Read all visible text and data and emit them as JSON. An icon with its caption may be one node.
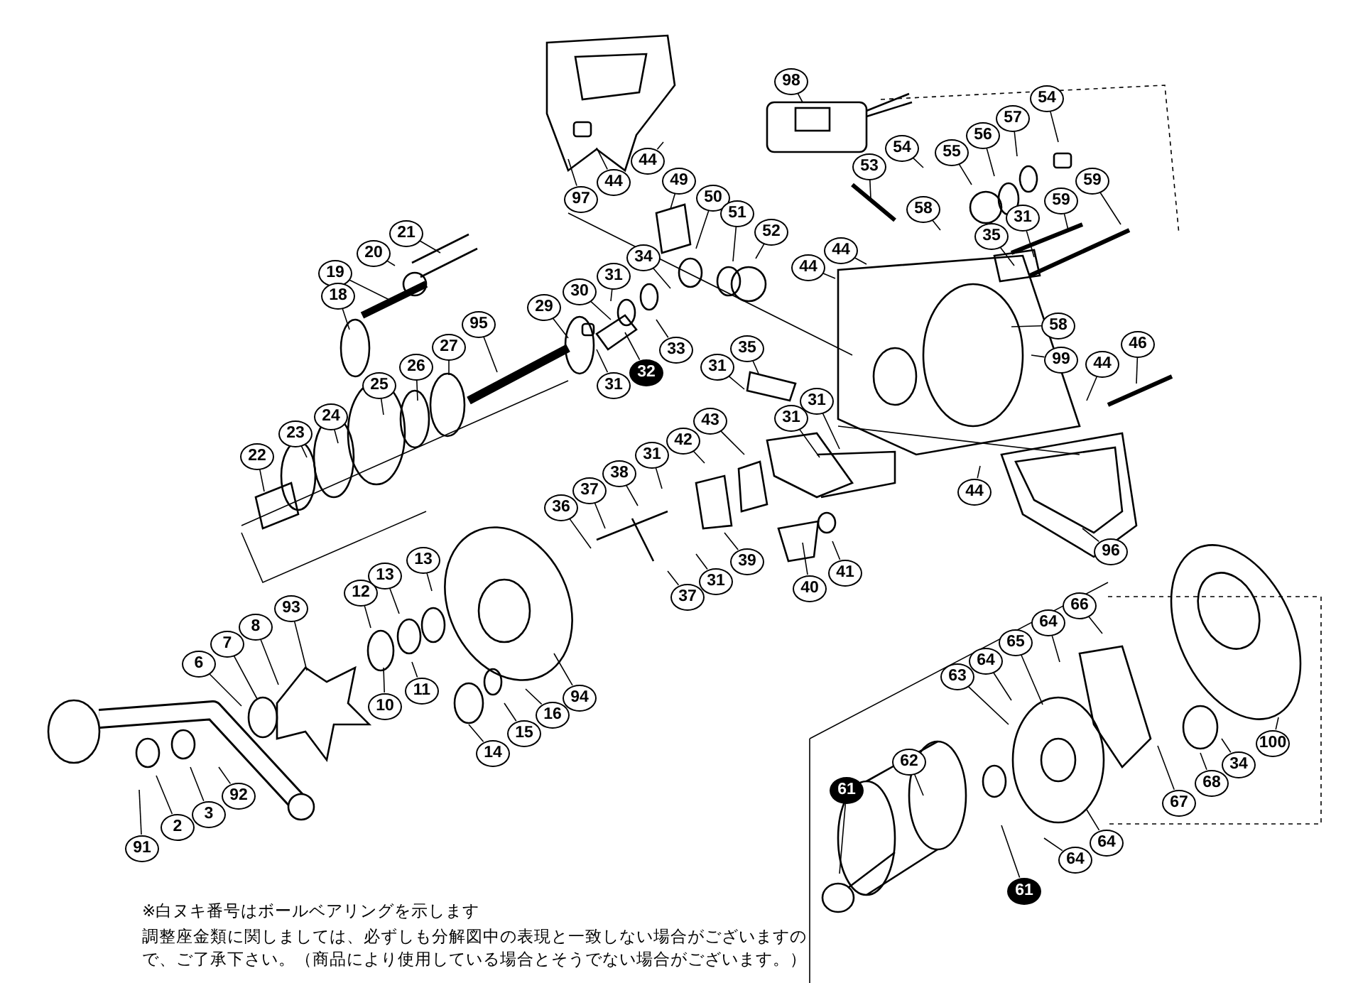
{
  "diagram": {
    "nodes": [
      {
        "text": [
          "97"
        ]
      },
      {
        "text": [
          "44"
        ]
      },
      {
        "text": [
          "44"
        ]
      },
      {
        "text": [
          "98"
        ]
      },
      {
        "text": [
          "49"
        ]
      },
      {
        "text": [
          "50"
        ]
      },
      {
        "text": [
          "51"
        ]
      },
      {
        "text": [
          "52"
        ]
      },
      {
        "text": [
          "44"
        ]
      },
      {
        "text": [
          "44"
        ]
      },
      {
        "text": [
          "53"
        ]
      },
      {
        "text": [
          "54"
        ]
      },
      {
        "text": [
          "54"
        ]
      },
      {
        "text": [
          "55"
        ]
      },
      {
        "text": [
          "56"
        ]
      },
      {
        "text": [
          "57"
        ]
      },
      {
        "text": [
          "58"
        ]
      },
      {
        "text": [
          "35"
        ]
      },
      {
        "text": [
          "31"
        ]
      },
      {
        "text": [
          "59"
        ]
      },
      {
        "text": [
          "59"
        ]
      },
      {
        "text": [
          "58"
        ]
      },
      {
        "text": [
          "99"
        ]
      },
      {
        "text": [
          "44"
        ]
      },
      {
        "text": [
          "46"
        ]
      },
      {
        "text": [
          "21"
        ]
      },
      {
        "text": [
          "20"
        ]
      },
      {
        "text": [
          "19"
        ]
      },
      {
        "text": [
          "18"
        ]
      },
      {
        "text": [
          "34"
        ]
      },
      {
        "text": [
          "31"
        ]
      },
      {
        "text": [
          "30"
        ]
      },
      {
        "text": [
          "29"
        ]
      },
      {
        "text": [
          "33"
        ]
      },
      {
        "text": [
          "32"
        ]
      },
      {
        "text": [
          "31"
        ]
      },
      {
        "text": [
          "95"
        ]
      },
      {
        "text": [
          "27"
        ]
      },
      {
        "text": [
          "26"
        ]
      },
      {
        "text": [
          "25"
        ]
      },
      {
        "text": [
          "24"
        ]
      },
      {
        "text": [
          "23"
        ]
      },
      {
        "text": [
          "22"
        ]
      },
      {
        "text": [
          "35"
        ]
      },
      {
        "text": [
          "31"
        ]
      },
      {
        "text": [
          "43"
        ]
      },
      {
        "text": [
          "31"
        ]
      },
      {
        "text": [
          "31"
        ]
      },
      {
        "text": [
          "42"
        ]
      },
      {
        "text": [
          "31"
        ]
      },
      {
        "text": [
          "38"
        ]
      },
      {
        "text": [
          "37"
        ]
      },
      {
        "text": [
          "36"
        ]
      },
      {
        "text": [
          "39"
        ]
      },
      {
        "text": [
          "37"
        ]
      },
      {
        "text": [
          "31"
        ]
      },
      {
        "text": [
          "40"
        ]
      },
      {
        "text": [
          "41"
        ]
      },
      {
        "text": [
          "44"
        ]
      },
      {
        "text": [
          "96"
        ]
      },
      {
        "text": [
          "13"
        ]
      },
      {
        "text": [
          "13"
        ]
      },
      {
        "text": [
          "12"
        ]
      },
      {
        "text": [
          "93"
        ]
      },
      {
        "text": [
          "8"
        ]
      },
      {
        "text": [
          "7"
        ]
      },
      {
        "text": [
          "6"
        ]
      },
      {
        "text": [
          "10"
        ]
      },
      {
        "text": [
          "11"
        ]
      },
      {
        "text": [
          "94"
        ]
      },
      {
        "text": [
          "16"
        ]
      },
      {
        "text": [
          "15"
        ]
      },
      {
        "text": [
          "14"
        ]
      },
      {
        "text": [
          "92"
        ]
      },
      {
        "text": [
          "3"
        ]
      },
      {
        "text": [
          "2"
        ]
      },
      {
        "text": [
          "91"
        ]
      },
      {
        "text": [
          "66"
        ]
      },
      {
        "text": [
          "64"
        ]
      },
      {
        "text": [
          "65"
        ]
      },
      {
        "text": [
          "64"
        ]
      },
      {
        "text": [
          "63"
        ]
      },
      {
        "text": [
          "62"
        ]
      },
      {
        "text": [
          "61"
        ]
      },
      {
        "text": [
          "61"
        ]
      },
      {
        "text": [
          "64"
        ]
      },
      {
        "text": [
          "64"
        ]
      },
      {
        "text": [
          "67"
        ]
      },
      {
        "text": [
          "68"
        ]
      },
      {
        "text": [
          "34"
        ]
      },
      {
        "text": [
          "100"
        ]
      }
    ],
    "edges": [
      {
        "from": 0,
        "to": null,
        "arrow": "none"
      },
      {
        "from": 1,
        "to": null,
        "arrow": "none"
      },
      {
        "from": 2,
        "to": null,
        "arrow": "none"
      },
      {
        "from": 3,
        "to": null,
        "arrow": "none"
      },
      {
        "from": 4,
        "to": null,
        "arrow": "none"
      },
      {
        "from": 5,
        "to": null,
        "arrow": "none"
      },
      {
        "from": 6,
        "to": null,
        "arrow": "none"
      },
      {
        "from": 7,
        "to": null,
        "arrow": "none"
      },
      {
        "from": 8,
        "to": null,
        "arrow": "none"
      },
      {
        "from": 9,
        "to": null,
        "arrow": "none"
      },
      {
        "from": 10,
        "to": null,
        "arrow": "none"
      },
      {
        "from": 11,
        "to": null,
        "arrow": "none"
      },
      {
        "from": 12,
        "to": null,
        "arrow": "none"
      },
      {
        "from": 13,
        "to": null,
        "arrow": "none"
      },
      {
        "from": 14,
        "to": null,
        "arrow": "none"
      },
      {
        "from": 15,
        "to": null,
        "arrow": "none"
      },
      {
        "from": 16,
        "to": null,
        "arrow": "none"
      },
      {
        "from": 17,
        "to": null,
        "arrow": "none"
      },
      {
        "from": 18,
        "to": null,
        "arrow": "none"
      },
      {
        "from": 19,
        "to": null,
        "arrow": "none"
      },
      {
        "from": 20,
        "to": null,
        "arrow": "none"
      },
      {
        "from": 21,
        "to": null,
        "arrow": "none"
      },
      {
        "from": 22,
        "to": null,
        "arrow": "none"
      },
      {
        "from": 23,
        "to": null,
        "arrow": "none"
      },
      {
        "from": 24,
        "to": null,
        "arrow": "none"
      },
      {
        "from": 25,
        "to": null,
        "arrow": "none"
      },
      {
        "from": 26,
        "to": null,
        "arrow": "none"
      },
      {
        "from": 27,
        "to": null,
        "arrow": "none"
      },
      {
        "from": 28,
        "to": null,
        "arrow": "none"
      },
      {
        "from": 29,
        "to": null,
        "arrow": "none"
      },
      {
        "from": 30,
        "to": null,
        "arrow": "none"
      },
      {
        "from": 31,
        "to": null,
        "arrow": "none"
      },
      {
        "from": 32,
        "to": null,
        "arrow": "none"
      },
      {
        "from": 33,
        "to": null,
        "arrow": "none"
      },
      {
        "from": 34,
        "to": null,
        "arrow": "none"
      },
      {
        "from": 35,
        "to": null,
        "arrow": "none"
      },
      {
        "from": 36,
        "to": null,
        "arrow": "none"
      },
      {
        "from": 37,
        "to": null,
        "arrow": "none"
      },
      {
        "from": 38,
        "to": null,
        "arrow": "none"
      },
      {
        "from": 39,
        "to": null,
        "arrow": "none"
      },
      {
        "from": 40,
        "to": null,
        "arrow": "none"
      },
      {
        "from": 41,
        "to": null,
        "arrow": "none"
      },
      {
        "from": 42,
        "to": null,
        "arrow": "none"
      },
      {
        "from": 43,
        "to": null,
        "arrow": "none"
      },
      {
        "from": 44,
        "to": null,
        "arrow": "none"
      },
      {
        "from": 45,
        "to": null,
        "arrow": "none"
      },
      {
        "from": 46,
        "to": null,
        "arrow": "none"
      },
      {
        "from": 47,
        "to": null,
        "arrow": "none"
      },
      {
        "from": 48,
        "to": null,
        "arrow": "none"
      },
      {
        "from": 49,
        "to": null,
        "arrow": "none"
      },
      {
        "from": 50,
        "to": null,
        "arrow": "none"
      },
      {
        "from": 51,
        "to": null,
        "arrow": "none"
      },
      {
        "from": 52,
        "to": null,
        "arrow": "none"
      },
      {
        "from": 53,
        "to": null,
        "arrow": "none"
      },
      {
        "from": 54,
        "to": null,
        "arrow": "none"
      },
      {
        "from": 55,
        "to": null,
        "arrow": "none"
      },
      {
        "from": 56,
        "to": null,
        "arrow": "none"
      },
      {
        "from": 57,
        "to": null,
        "arrow": "none"
      },
      {
        "from": 58,
        "to": null,
        "arrow": "none"
      },
      {
        "from": 59,
        "to": null,
        "arrow": "none"
      },
      {
        "from": 60,
        "to": null,
        "arrow": "none"
      },
      {
        "from": 61,
        "to": null,
        "arrow": "none"
      },
      {
        "from": 62,
        "to": null,
        "arrow": "none"
      },
      {
        "from": 63,
        "to": null,
        "arrow": "none"
      },
      {
        "from": 64,
        "to": null,
        "arrow": "none"
      },
      {
        "from": 65,
        "to": null,
        "arrow": "none"
      },
      {
        "from": 66,
        "to": null,
        "arrow": "none"
      },
      {
        "from": 67,
        "to": null,
        "arrow": "none"
      },
      {
        "from": 68,
        "to": null,
        "arrow": "none"
      },
      {
        "from": 69,
        "to": null,
        "arrow": "none"
      },
      {
        "from": 70,
        "to": null,
        "arrow": "none"
      },
      {
        "from": 71,
        "to": null,
        "arrow": "none"
      },
      {
        "from": 72,
        "to": null,
        "arrow": "none"
      },
      {
        "from": 73,
        "to": null,
        "arrow": "none"
      },
      {
        "from": 74,
        "to": null,
        "arrow": "none"
      },
      {
        "from": 75,
        "to": null,
        "arrow": "none"
      },
      {
        "from": 76,
        "to": null,
        "arrow": "none"
      },
      {
        "from": 77,
        "to": null,
        "arrow": "none"
      },
      {
        "from": 78,
        "to": null,
        "arrow": "none"
      },
      {
        "from": 79,
        "to": null,
        "arrow": "none"
      },
      {
        "from": 80,
        "to": null,
        "arrow": "none"
      },
      {
        "from": 81,
        "to": null,
        "arrow": "none"
      },
      {
        "from": 82,
        "to": null,
        "arrow": "none"
      },
      {
        "from": 83,
        "to": null,
        "arrow": "none"
      },
      {
        "from": 84,
        "to": null,
        "arrow": "none"
      },
      {
        "from": 85,
        "to": null,
        "arrow": "none"
      },
      {
        "from": 86,
        "to": null,
        "arrow": "none"
      },
      {
        "from": 87,
        "to": null,
        "arrow": "none"
      },
      {
        "from": 88,
        "to": null,
        "arrow": "none"
      },
      {
        "from": 89,
        "to": null,
        "arrow": "none"
      },
      {
        "from": 90,
        "to": null,
        "arrow": "none"
      }
    ],
    "labels": [
      "※白ヌキ番号はボールベアリングを示します",
      "調整座金類に関しましては、必ずしも分解図中の表現と一致しない場合がございますので、ご了承下さい。（商品により使用している場合とそうでない場合がございます。）"
    ]
  }
}
